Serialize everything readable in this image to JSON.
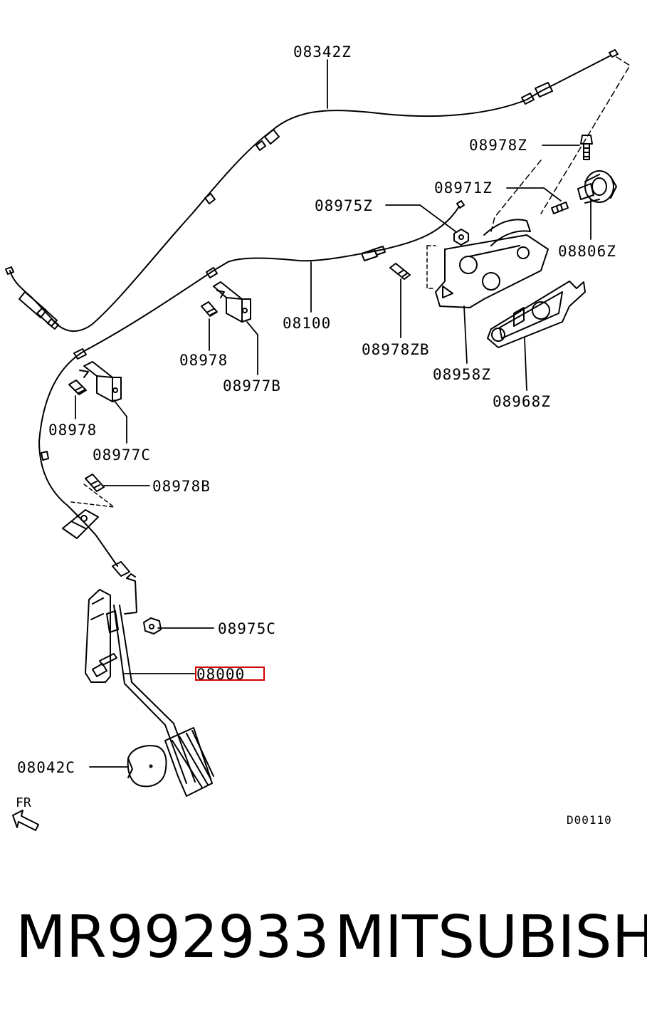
{
  "diagram": {
    "labels": {
      "p08342Z": "08342Z",
      "p08978Z": "08978Z",
      "p08971Z": "08971Z",
      "p08975Z": "08975Z",
      "p08806Z": "08806Z",
      "p08100": "08100",
      "p08978_top": "08978",
      "p08977B": "08977B",
      "p08978ZB": "08978ZB",
      "p08958Z": "08958Z",
      "p08968Z": "08968Z",
      "p08978_mid": "08978",
      "p08977C": "08977C",
      "p08978B": "08978B",
      "p08975C": "08975C",
      "p08000": "08000",
      "p08042C": "08042C"
    },
    "highlighted_part": "08000",
    "highlight_color": "#d00000",
    "direction_label": "FR",
    "diagram_code": "D00110"
  },
  "caption": {
    "part_number": "MR992933",
    "brand": "MITSUBISHI"
  }
}
